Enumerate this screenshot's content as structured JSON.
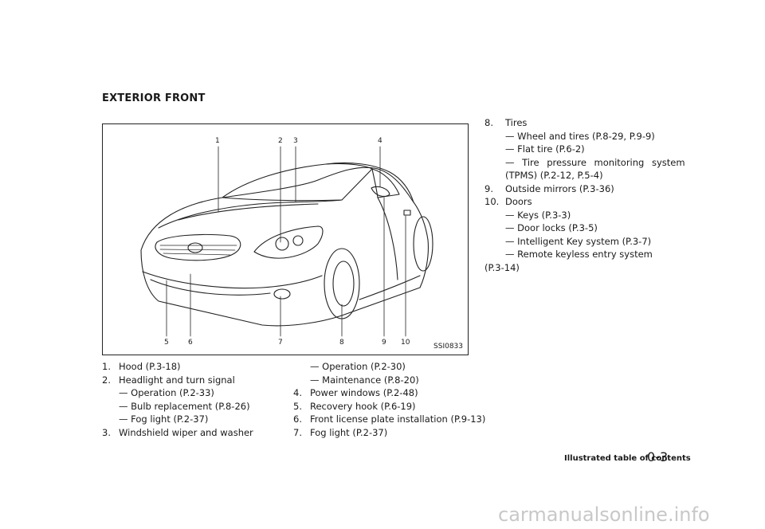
{
  "section_title": "EXTERIOR FRONT",
  "figure": {
    "code": "SSI0833",
    "callouts": [
      "1",
      "2",
      "3",
      "4",
      "5",
      "6",
      "7",
      "8",
      "9",
      "10"
    ]
  },
  "list_left": [
    {
      "num": "1.",
      "text": "Hood (P.3-18)",
      "subs": []
    },
    {
      "num": "2.",
      "text": "Headlight and turn signal",
      "subs": [
        "— Operation (P.2-33)",
        "— Bulb replacement (P.8-26)",
        "— Fog light (P.2-37)"
      ]
    },
    {
      "num": "3.",
      "text": "Windshield wiper and washer",
      "subs": []
    }
  ],
  "list_middle": [
    {
      "sub": "— Operation (P.2-30)"
    },
    {
      "sub": "— Maintenance (P.8-20)"
    },
    {
      "num": "4.",
      "text": "Power windows (P.2-48)"
    },
    {
      "num": "5.",
      "text": "Recovery hook (P.6-19)"
    },
    {
      "num": "6.",
      "text": "Front license plate installation (P.9-13)"
    },
    {
      "num": "7.",
      "text": "Fog light (P.2-37)"
    }
  ],
  "list_right": {
    "item8": {
      "num": "8.",
      "text": "Tires",
      "subs": [
        "— Wheel and tires (P.8-29, P.9-9)",
        "— Flat tire (P.6-2)",
        "— Tire pressure monitoring system",
        "(TPMS) (P.2-12, P.5-4)"
      ]
    },
    "item9": {
      "num": "9.",
      "text": "Outside mirrors (P.3-36)"
    },
    "item10": {
      "num": "10.",
      "text": "Doors",
      "subs": [
        "— Keys (P.3-3)",
        "— Door locks (P.3-5)",
        "— Intelligent Key system (P.3-7)",
        "— Remote keyless entry system"
      ],
      "tail": "(P.3-14)"
    }
  },
  "footer": {
    "label": "Illustrated table of contents",
    "page": "0-3"
  },
  "watermark": "carmanualsonline.info"
}
